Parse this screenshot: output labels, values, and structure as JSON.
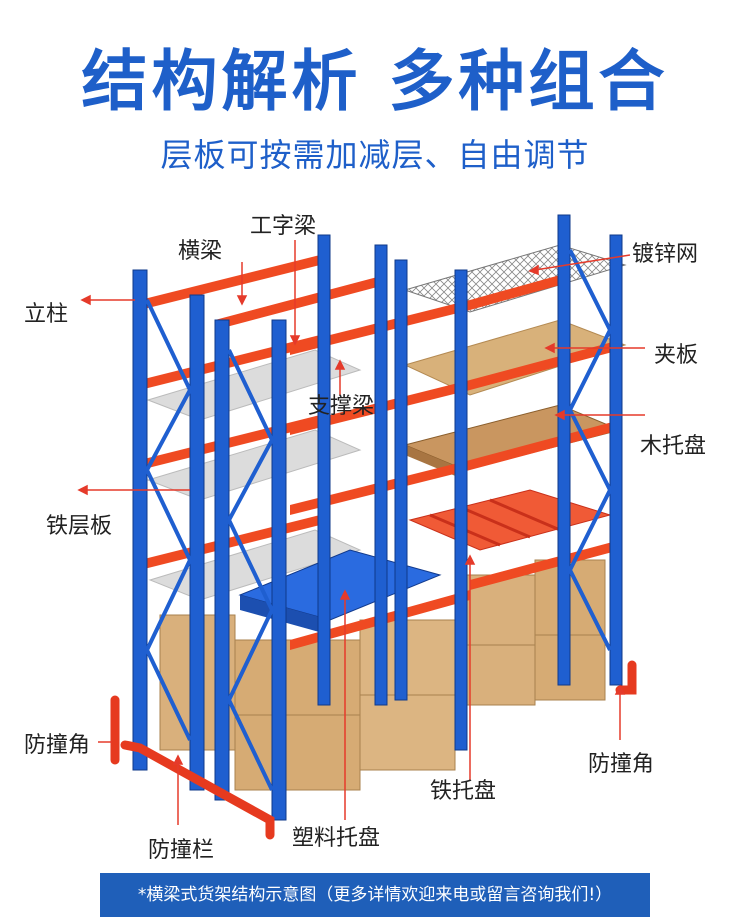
{
  "title": "结构解析 多种组合",
  "subtitle": "层板可按需加减层、自由调节",
  "labels": {
    "cross_beam": "横梁",
    "i_beam": "工字梁",
    "galvanized_mesh": "镀锌网",
    "upright_column": "立柱",
    "splint": "夹板",
    "support_beam": "支撑梁",
    "wood_pallet": "木托盘",
    "iron_shelf_board": "铁层板",
    "corner_guard_left": "防撞角",
    "corner_guard_right": "防撞角",
    "iron_pallet": "铁托盘",
    "guard_rail": "防撞栏",
    "plastic_pallet": "塑料托盘"
  },
  "footer": "*横梁式货架结构示意图（更多详情欢迎来电或留言咨询我们!）",
  "colors": {
    "title": "#1e5fc9",
    "upright": "#1f5fd0",
    "beam": "#ef4a22",
    "carton": "#d9b07c",
    "pointer": "#e53a2a",
    "footer_bg": "#1f5fb9"
  }
}
